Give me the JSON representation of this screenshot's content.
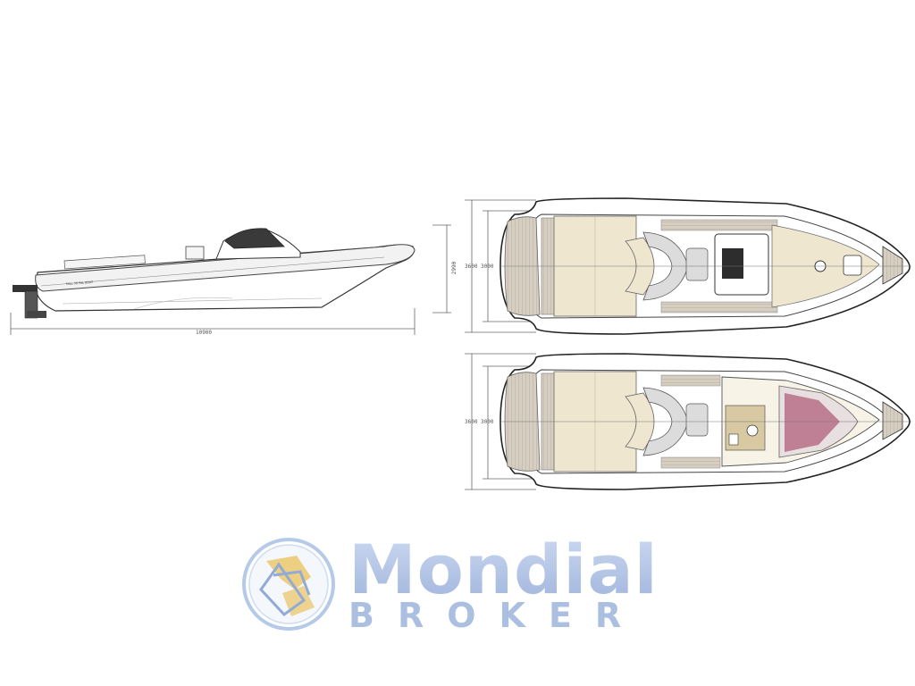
{
  "side_view": {
    "length_label": "10900",
    "height_label": "2990",
    "hull_text": "MILL 36 PAL BOAT"
  },
  "top_view_open": {
    "outer_beam_label": "3600",
    "inner_beam_label": "3000"
  },
  "top_view_cabin": {
    "outer_beam_label": "3600",
    "inner_beam_label": "3000"
  },
  "watermark": {
    "name": "Mondial",
    "subtitle": "BROKER"
  },
  "colors": {
    "hull_stroke": "#333333",
    "deck_beige": "#efe6cf",
    "teak": "#cbc3b4",
    "cabin_accent": "#b77088",
    "logo_blue": "#9db5dc",
    "logo_gold": "#e8c25c"
  }
}
